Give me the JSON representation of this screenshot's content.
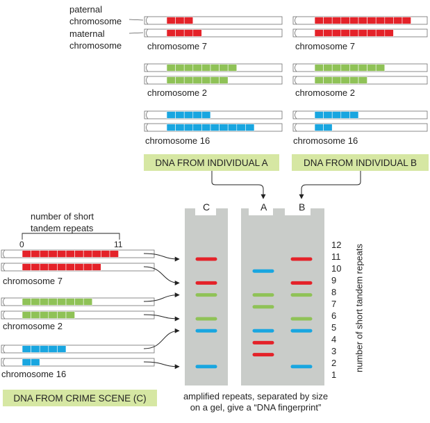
{
  "colors": {
    "red": "#e42229",
    "green": "#8fc257",
    "blue": "#19a6e0",
    "gel": "#c9ccc9",
    "banner": "#d6e7a3",
    "chromosome_outline": "#6e6e6e"
  },
  "labels": {
    "paternal": "paternal\nchromosome",
    "maternal": "maternal\nchromosome",
    "chr7": "chromosome 7",
    "chr2": "chromosome 2",
    "chr16": "chromosome 16",
    "repeat_count_title": "number of short\ntandem repeats",
    "scale_min": "0",
    "scale_max": "11",
    "banner_a": "DNA FROM INDIVIDUAL A",
    "banner_b": "DNA FROM INDIVIDUAL B",
    "banner_c": "DNA FROM CRIME SCENE (C)",
    "gel_caption": "amplified repeats, separated by size\non a gel, give a “DNA fingerprint”",
    "lane_c": "C",
    "lane_a": "A",
    "lane_b": "B",
    "axis_title": "number of short tandem repeats"
  },
  "axis_ticks": [
    "12",
    "11",
    "10",
    "9",
    "8",
    "7",
    "6",
    "5",
    "4",
    "3",
    "2",
    "1"
  ],
  "individuals": {
    "A": {
      "chr7": [
        3,
        4
      ],
      "chr2": [
        8,
        7
      ],
      "chr16": [
        5,
        10
      ]
    },
    "B": {
      "chr7": [
        11,
        9
      ],
      "chr2": [
        8,
        6
      ],
      "chr16": [
        5,
        2
      ]
    },
    "C": {
      "chr7": [
        11,
        9
      ],
      "chr2": [
        8,
        6
      ],
      "chr16": [
        5,
        2
      ]
    }
  },
  "gel_bands": {
    "C": [
      {
        "repeats": 11,
        "color": "red"
      },
      {
        "repeats": 9,
        "color": "red"
      },
      {
        "repeats": 8,
        "color": "green"
      },
      {
        "repeats": 6,
        "color": "green"
      },
      {
        "repeats": 5,
        "color": "blue"
      },
      {
        "repeats": 2,
        "color": "blue"
      }
    ],
    "A": [
      {
        "repeats": 10,
        "color": "blue"
      },
      {
        "repeats": 8,
        "color": "green"
      },
      {
        "repeats": 7,
        "color": "green"
      },
      {
        "repeats": 5,
        "color": "blue"
      },
      {
        "repeats": 4,
        "color": "red"
      },
      {
        "repeats": 3,
        "color": "red"
      }
    ],
    "B": [
      {
        "repeats": 11,
        "color": "red"
      },
      {
        "repeats": 9,
        "color": "red"
      },
      {
        "repeats": 8,
        "color": "green"
      },
      {
        "repeats": 6,
        "color": "green"
      },
      {
        "repeats": 5,
        "color": "blue"
      },
      {
        "repeats": 2,
        "color": "blue"
      }
    ]
  }
}
